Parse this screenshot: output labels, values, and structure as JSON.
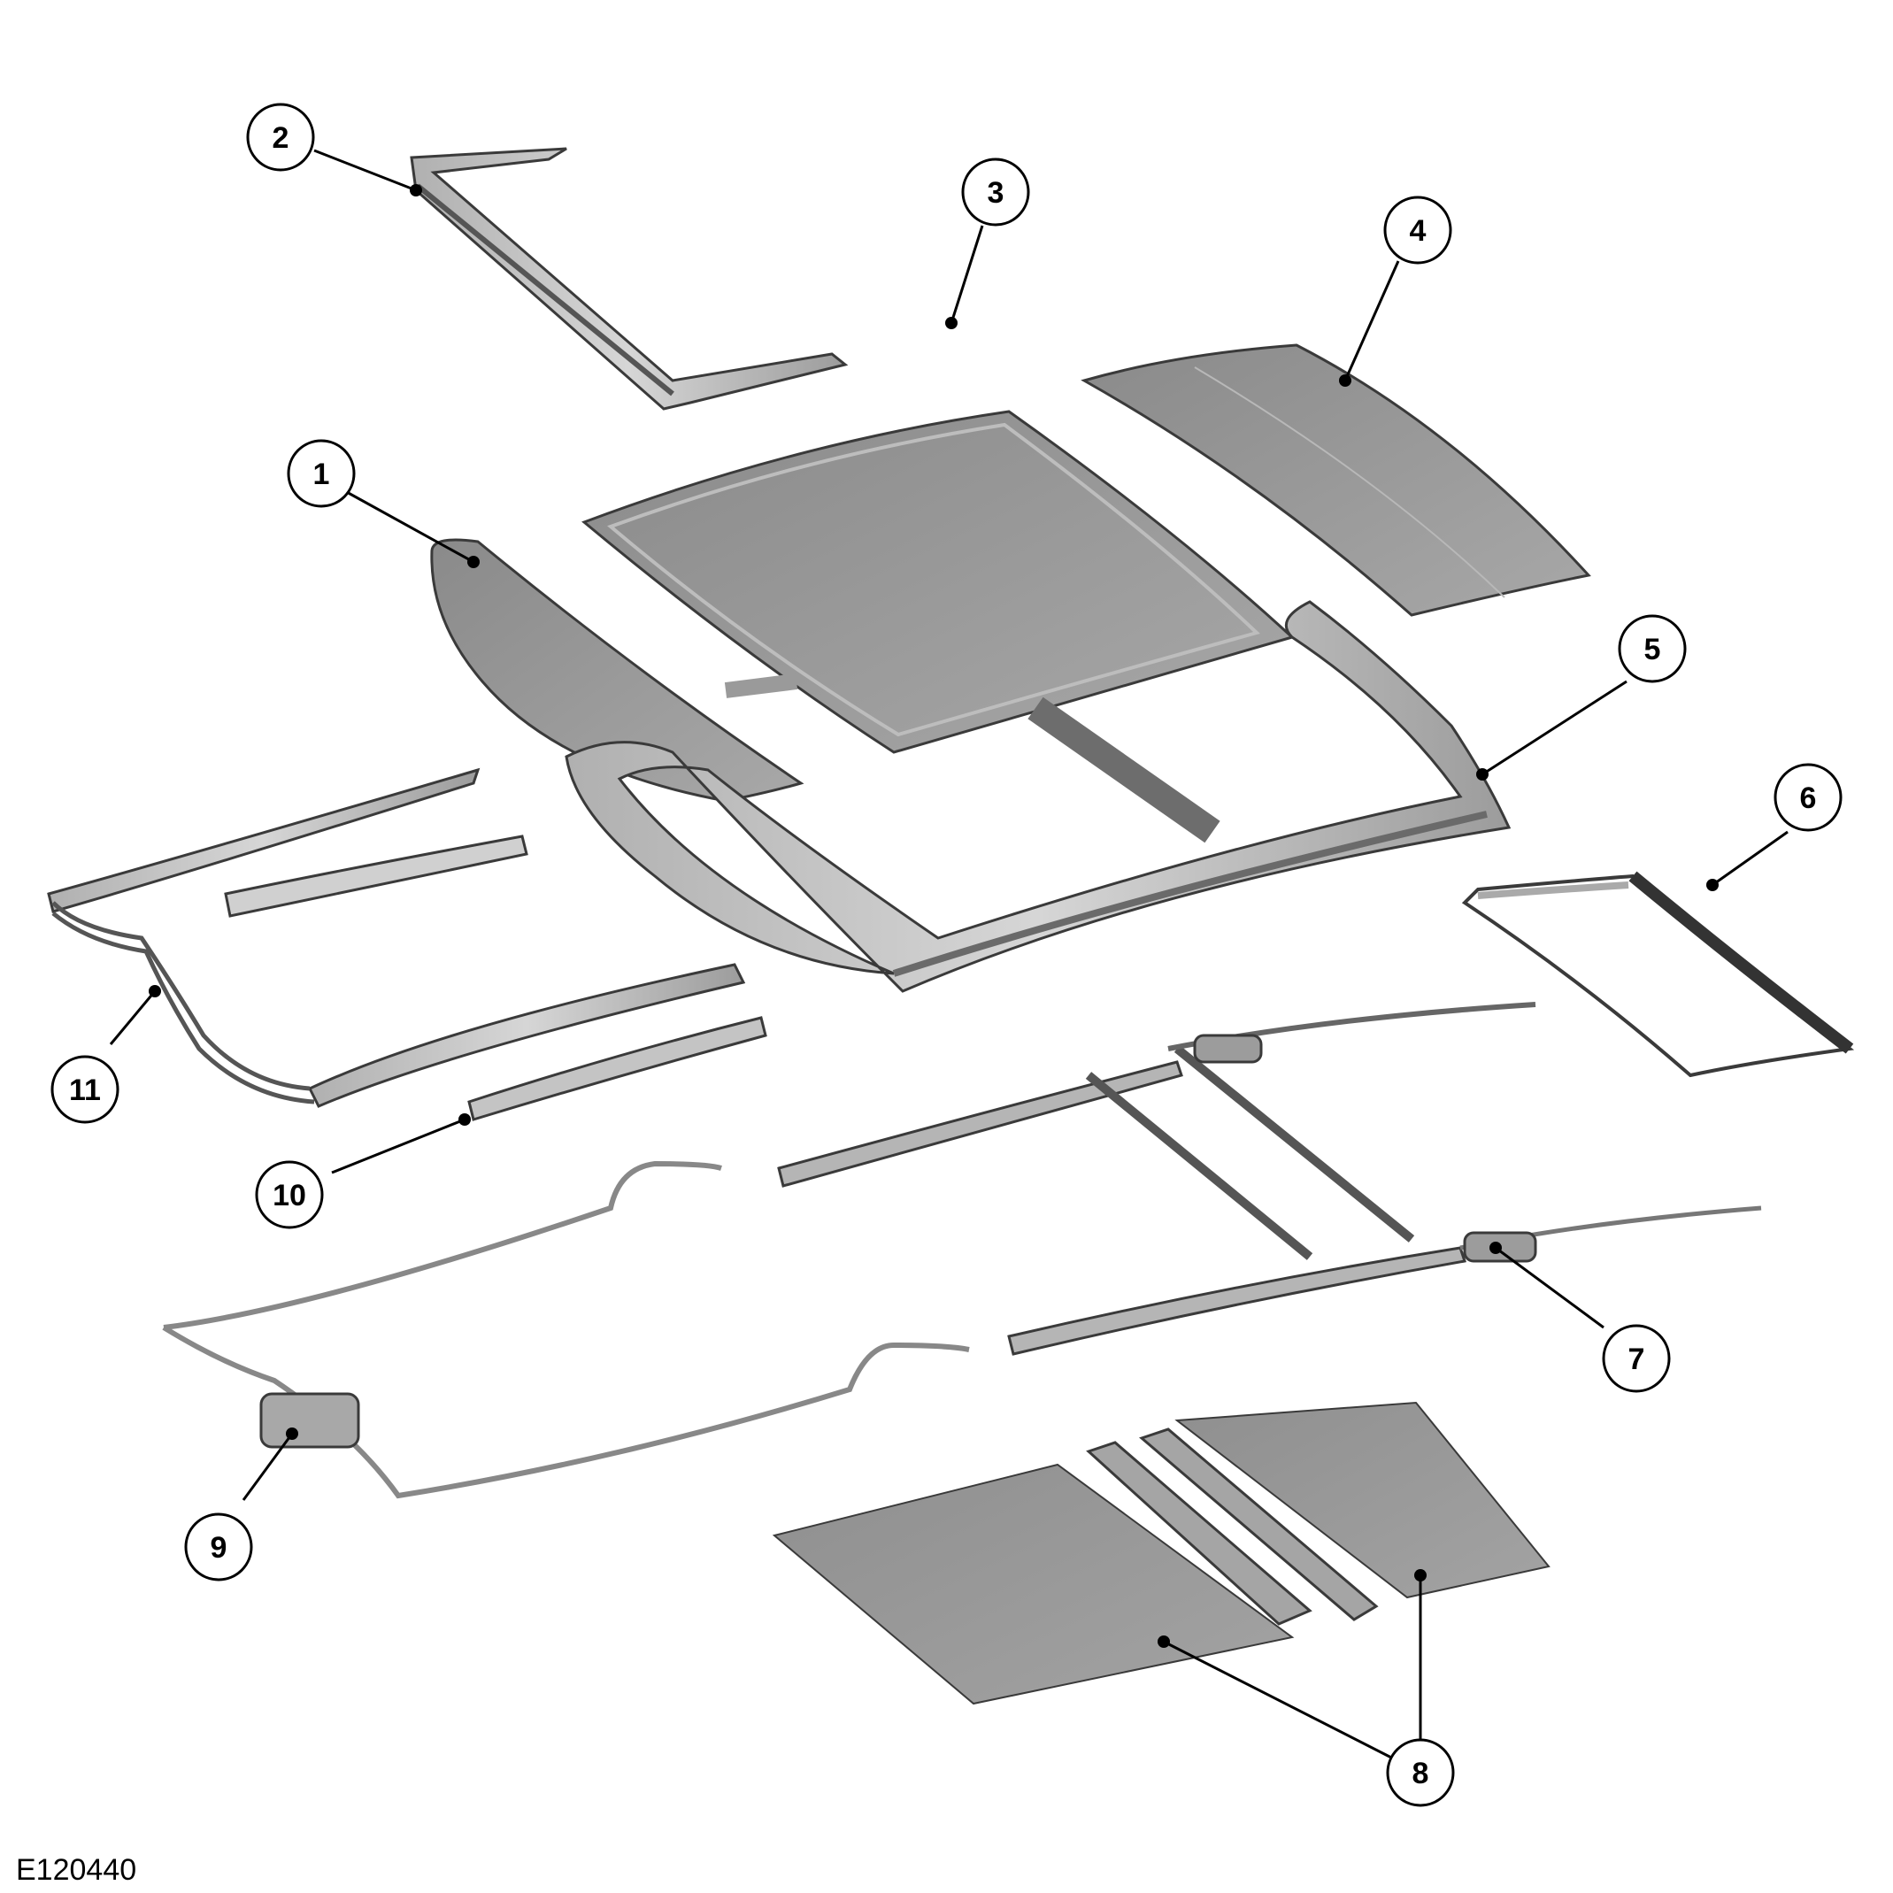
{
  "figure_id": "E120440",
  "callouts": [
    {
      "label": "1"
    },
    {
      "label": "2"
    },
    {
      "label": "3"
    },
    {
      "label": "4"
    },
    {
      "label": "5"
    },
    {
      "label": "6"
    },
    {
      "label": "7"
    },
    {
      "label": "8"
    },
    {
      "label": "9"
    },
    {
      "label": "10"
    },
    {
      "label": "11"
    }
  ],
  "colors": {
    "part_dark": "#7d7d7d",
    "part_mid": "#9a9a9a",
    "part_light": "#c8c8c8",
    "outline": "#3a3a3a"
  }
}
